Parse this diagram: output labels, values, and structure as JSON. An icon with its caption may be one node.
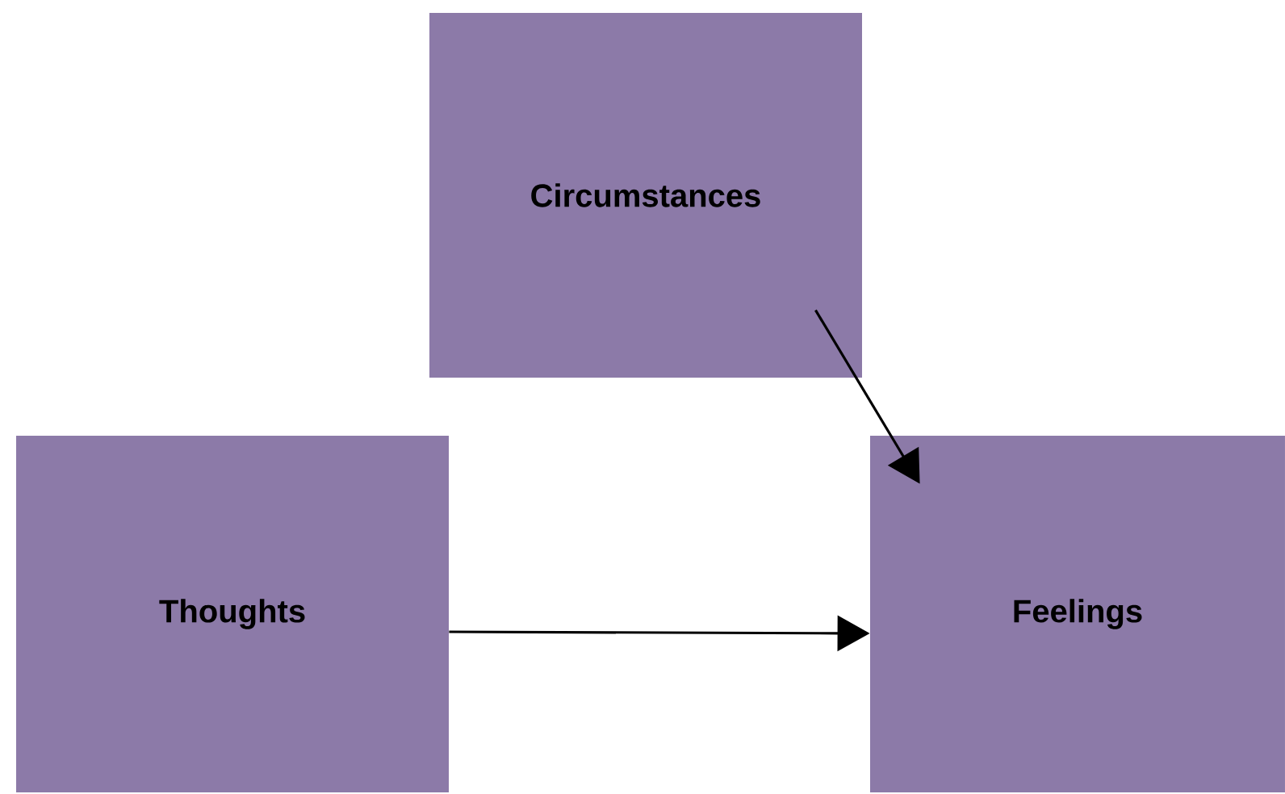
{
  "diagram": {
    "nodes": [
      {
        "text": [
          "Circumstances"
        ]
      },
      {
        "text": [
          "Thoughts"
        ]
      },
      {
        "text": [
          "Feelings"
        ]
      }
    ],
    "edges": [
      {
        "from": 0,
        "to": 2,
        "arrow": "to"
      },
      {
        "from": 1,
        "to": 2,
        "arrow": "to"
      }
    ]
  }
}
